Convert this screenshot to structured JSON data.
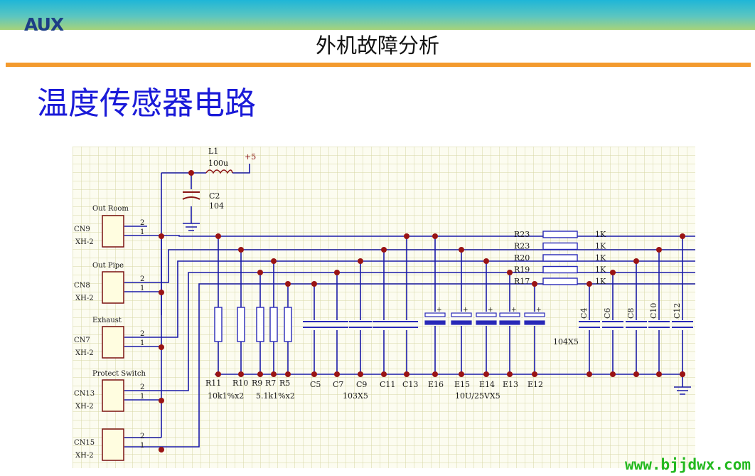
{
  "header": {
    "logo": "AUX",
    "title": "外机故障分析"
  },
  "slide": {
    "title": "温度传感器电路"
  },
  "schematic": {
    "top_filter": {
      "inductor_ref": "L1",
      "inductor_value": "100u",
      "supply": "+5",
      "cap_ref": "C2",
      "cap_value": "104"
    },
    "connectors": [
      {
        "label": "Out Room",
        "ref": "CN9",
        "type": "XH-2",
        "pin2": "2",
        "pin1": "1"
      },
      {
        "label": "Out Pipe",
        "ref": "CN8",
        "type": "XH-2",
        "pin2": "2",
        "pin1": "1"
      },
      {
        "label": "Exhaust",
        "ref": "CN7",
        "type": "XH-2",
        "pin2": "2",
        "pin1": "1"
      },
      {
        "label": "Protect Switch",
        "ref": "CN13",
        "type": "XH-2",
        "pin2": "2",
        "pin1": "1"
      },
      {
        "label": "",
        "ref": "CN15",
        "type": "XH-2",
        "pin2": "2",
        "pin1": "1"
      }
    ],
    "series_resistors": [
      {
        "ref": "R23",
        "value": "1K"
      },
      {
        "ref": "R23",
        "value": "1K"
      },
      {
        "ref": "R20",
        "value": "1K"
      },
      {
        "ref": "R19",
        "value": "1K"
      },
      {
        "ref": "R17",
        "value": "1K"
      }
    ],
    "pullup_resistors": [
      "R11",
      "R10",
      "R9",
      "R7",
      "R5"
    ],
    "resistor_values": [
      "10k1%x2",
      "5.1k1%x2"
    ],
    "filter_caps": [
      "C5",
      "C7",
      "C9",
      "C11",
      "C13"
    ],
    "filter_cap_value": "103X5",
    "electrolytics": [
      "E16",
      "E15",
      "E14",
      "E13",
      "E12"
    ],
    "electrolytic_value": "10U/25VX5",
    "right_caps": [
      "C4",
      "C6",
      "C8",
      "C10",
      "C12"
    ],
    "right_cap_value": "104X5",
    "plus_sign": "+"
  },
  "watermark": "www.bjjdwx.com",
  "colors": {
    "wire": "#1a1aa8",
    "junction": "#9a1414",
    "component": "#2828b8",
    "label": "#1a1a1a",
    "grid": "#d6d6a4",
    "grid_bg": "#fcfcf0",
    "title_blue": "#1a1ad8",
    "accent_orange": "#f39a2e",
    "watermark_green": "#22b81e"
  }
}
